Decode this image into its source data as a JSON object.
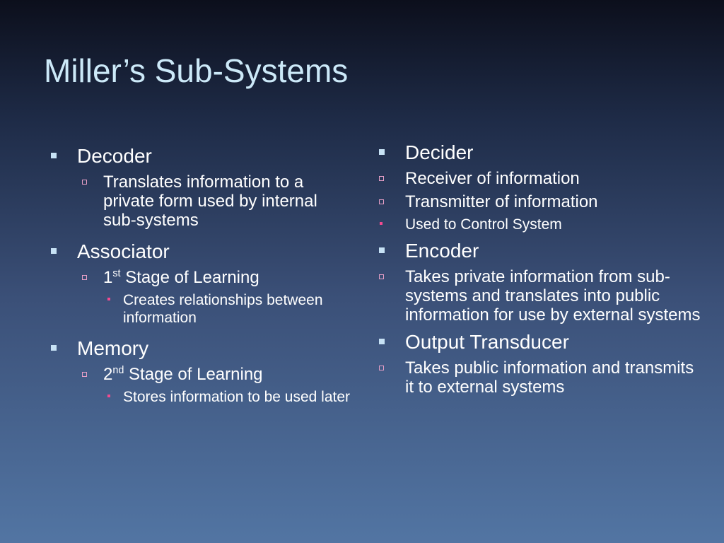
{
  "slide": {
    "title": "Miller’s Sub-Systems"
  },
  "left_column": {
    "decoder": {
      "heading": "Decoder",
      "desc": "Translates information to a private form used by internal sub-systems"
    },
    "associator": {
      "heading": "Associator",
      "stage_num": "1",
      "stage_sup": "st",
      "stage_text": " Stage of Learning",
      "detail": "Creates relationships between information"
    },
    "memory": {
      "heading": "Memory",
      "stage_num": "2",
      "stage_sup": "nd",
      "stage_text": " Stage of Learning",
      "detail": "Stores information to be used later"
    }
  },
  "right_column": {
    "decider": {
      "heading": "Decider",
      "item1": "Receiver of information",
      "item2": "Transmitter of information",
      "item3": "Used to Control System"
    },
    "encoder": {
      "heading": "Encoder",
      "desc": "Takes private information from sub-systems and translates into public information for use by external systems"
    },
    "output_transducer": {
      "heading": "Output Transducer",
      "desc": "Takes public information and transmits it to external systems"
    }
  },
  "colors": {
    "title": "#cce9f8",
    "text": "#ffffff",
    "level1_bullet": "#c7e2f5",
    "level2_bullet": "#e8a0c8",
    "level3_bullet": "#f24a90",
    "bg_top": "#0c0f1c",
    "bg_bottom": "#5275a3"
  }
}
